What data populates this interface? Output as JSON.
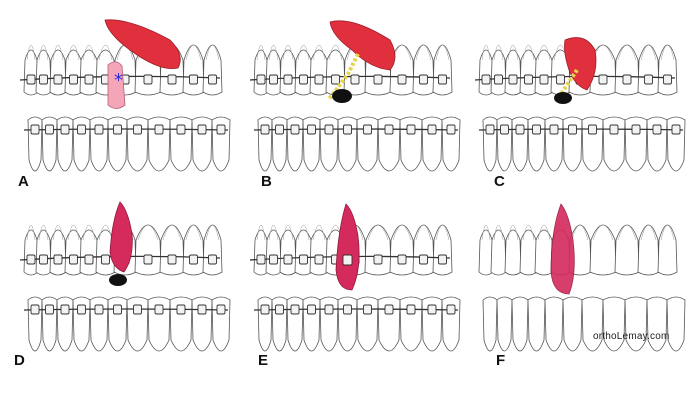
{
  "panels": [
    {
      "label": "A",
      "stage": "impacted",
      "has_chain": false,
      "marker": "*",
      "braces": true
    },
    {
      "label": "B",
      "stage": "traction-chain",
      "has_chain": true,
      "braces": true
    },
    {
      "label": "C",
      "stage": "traction-chain-advanced",
      "has_chain": true,
      "braces": true
    },
    {
      "label": "D",
      "stage": "emerging",
      "has_chain": false,
      "braces": true
    },
    {
      "label": "E",
      "stage": "aligned-bracketed",
      "has_chain": false,
      "braces": true
    },
    {
      "label": "F",
      "stage": "final-no-braces",
      "has_chain": false,
      "braces": false
    }
  ],
  "watermark": "orthoLemay.com",
  "colors": {
    "canine_impacted": "#e0303e",
    "canine_emerged": "#d42a5c",
    "primary_canine": "#f4a6b8",
    "chain": "#e6d34a",
    "marker": "#2a2ae0",
    "outline": "#555555",
    "gum_shadow": "#dddddd"
  }
}
